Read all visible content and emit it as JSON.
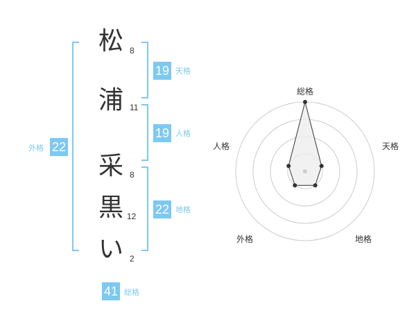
{
  "name": {
    "chars": [
      {
        "char": "松",
        "strokes": "8"
      },
      {
        "char": "浦",
        "strokes": "11"
      },
      {
        "char": "采",
        "strokes": "8"
      },
      {
        "char": "黒",
        "strokes": "12"
      },
      {
        "char": "い",
        "strokes": "2"
      }
    ]
  },
  "fortune": {
    "ten": {
      "label": "天格",
      "value": "19"
    },
    "jin": {
      "label": "人格",
      "value": "19"
    },
    "chi": {
      "label": "地格",
      "value": "22"
    },
    "gai": {
      "label": "外格",
      "value": "22"
    },
    "sou": {
      "label": "総格",
      "value": "41"
    }
  },
  "radar": {
    "axes": [
      "総格",
      "天格",
      "地格",
      "外格",
      "人格"
    ],
    "levels": 4,
    "values": [
      4,
      1,
      1,
      1,
      1
    ],
    "max": 4,
    "colors": {
      "fill": "#eeeeee",
      "stroke": "#333333",
      "grid": "#cccccc",
      "center": "#cccccc"
    }
  }
}
